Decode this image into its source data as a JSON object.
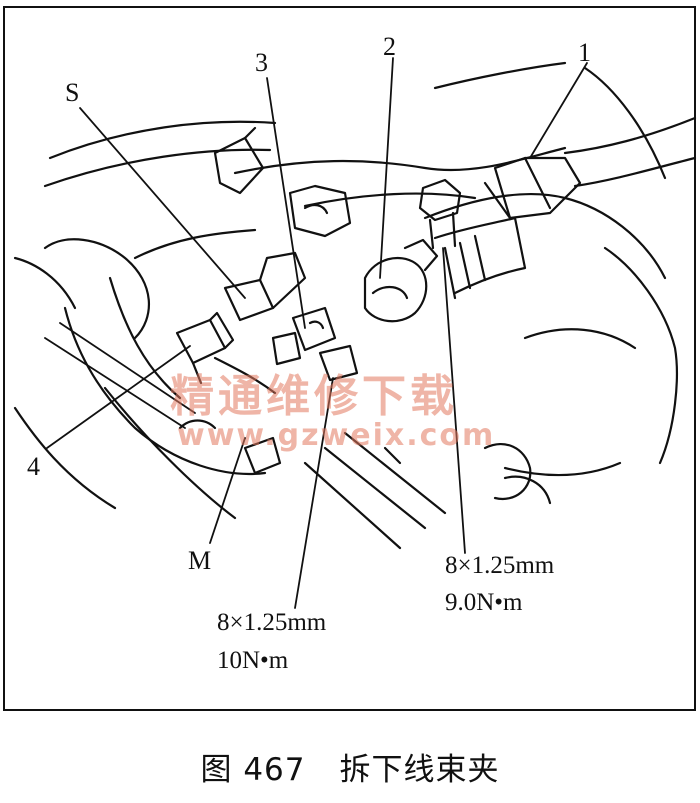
{
  "figure": {
    "caption_number": "图 467",
    "caption_title": "拆下线束夹"
  },
  "callouts": {
    "label_1": "1",
    "label_2": "2",
    "label_3": "3",
    "label_4": "4",
    "label_s": "S",
    "label_m": "M"
  },
  "specs": {
    "right_bolt_size": "8×1.25mm",
    "right_bolt_torque": "9.0N•m",
    "left_bolt_size": "8×1.25mm",
    "left_bolt_torque": "10N•m"
  },
  "watermark": {
    "text_cn": "精通维修下载",
    "text_url": "www.gzweix.com"
  },
  "colors": {
    "line": "#111111",
    "watermark": "#e1785f"
  }
}
